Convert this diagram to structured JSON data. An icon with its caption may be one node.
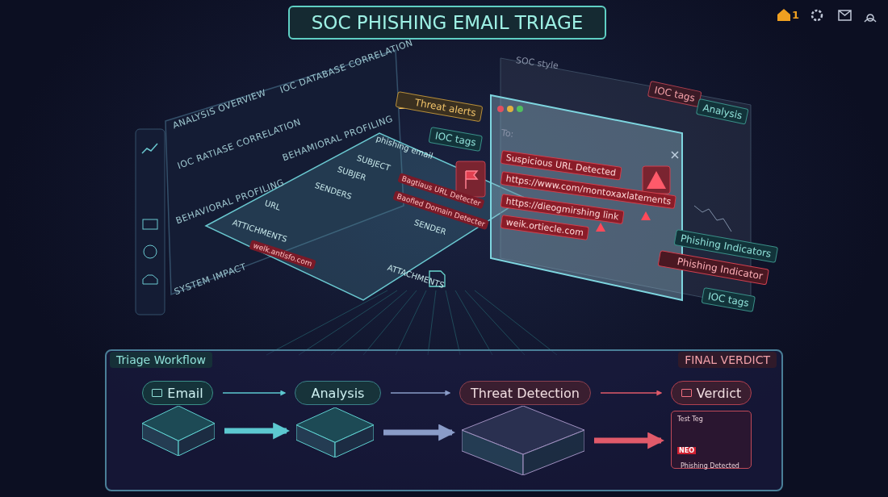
{
  "diagram": {
    "title": "SOC PHISHING EMAIL TRIAGE",
    "nodes": [
      {
        "text": [
          "Triage Workflow",
          "FINAL VERDICT"
        ]
      },
      {
        "text": [
          "Email"
        ],
        "in": 0
      },
      {
        "text": [
          "Analysis"
        ],
        "in": 0
      },
      {
        "text": [
          "Threat Detection"
        ],
        "in": 0
      },
      {
        "text": [
          "Verdict"
        ],
        "in": 0
      },
      {
        "text": [],
        "shape": "box",
        "in": 0
      },
      {
        "text": [],
        "shape": "box",
        "in": 0
      },
      {
        "text": [],
        "shape": "box",
        "in": 0
      },
      {
        "text": [
          "Test Teg",
          "NEO",
          "Phishing Detected"
        ],
        "in": 0
      }
    ],
    "edges": [
      {
        "from": 1,
        "to": 2,
        "arrow": "to",
        "color": "#5cc8d0"
      },
      {
        "from": 2,
        "to": 3,
        "arrow": "to",
        "color": "#8a9cc8"
      },
      {
        "from": 3,
        "to": 4,
        "arrow": "to",
        "color": "#e05a6a"
      },
      {
        "from": 5,
        "to": 6,
        "arrow": "to",
        "style": "thick",
        "color": "#5cc8d0"
      },
      {
        "from": 6,
        "to": 7,
        "arrow": "to",
        "style": "thick",
        "color": "#8a9cc8"
      },
      {
        "from": 7,
        "to": 8,
        "arrow": "to",
        "style": "thick",
        "color": "#e05a6a"
      }
    ],
    "labels": [
      "1",
      "SOC style",
      "ANALYSIS OVERVIEW",
      "IOC DATABASE CORRELATION",
      "IOC tags",
      "Analysis",
      "Threat alerts",
      "IOC RATIASE CORRELATION",
      "To:",
      "IOC tags",
      "phishing email",
      "BEHAMIORAL PROFILING",
      "SUBJECT",
      "SUBJER",
      "Suspicious URL Detected",
      "Bagtiaus URL Detecter",
      "SENDERS",
      "https://www.com/montoxaxlatements",
      "BEHAVIORAL PROFILING",
      "Baofied Domain Detecter",
      "https://dieogmirshing link",
      "URL",
      "weik.ortiecle.com",
      "ATTICHMENTS",
      "welk.antisfo.com",
      "SENDER",
      "Phishing Indicators",
      "SYSTEM IMPACT",
      "Phishing Indicator",
      "ATTACHMENTS",
      "IOC tags"
    ]
  }
}
